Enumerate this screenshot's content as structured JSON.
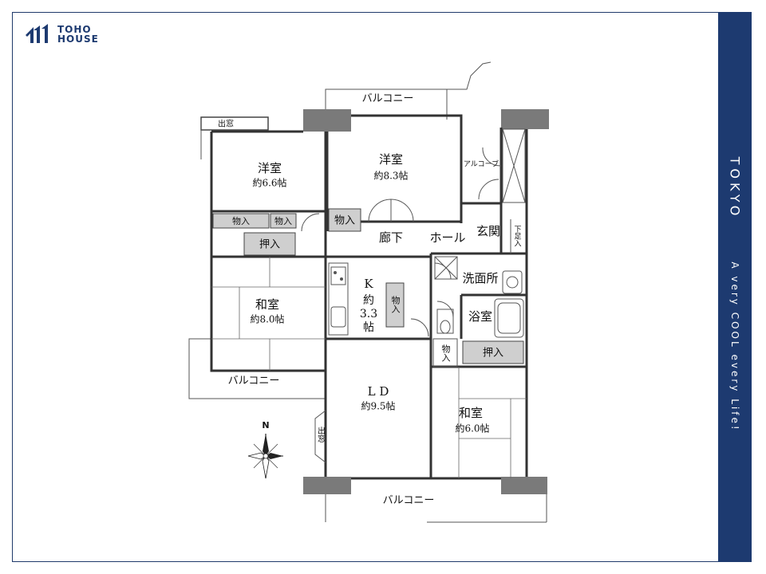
{
  "logo": {
    "line1": "TOHO",
    "line2": "HOUSE",
    "icon": "toho-house-logo-icon",
    "color": "#1d3a70"
  },
  "side_panel": {
    "title": "TOKYO",
    "tagline": "A very COOL every Life!",
    "background": "#1d3a70"
  },
  "floor_plan": {
    "balcony_top": "バルコニー",
    "balcony_left": "バルコニー",
    "balcony_bottom": "バルコニー",
    "bay_window_top": "出窓",
    "bay_window_ld": "出窓",
    "western_room_1": {
      "name": "洋室",
      "size": "約6.6帖"
    },
    "western_room_2": {
      "name": "洋室",
      "size": "約8.3帖"
    },
    "japanese_room_1": {
      "name": "和室",
      "size": "約8.0帖"
    },
    "japanese_room_2": {
      "name": "和室",
      "size": "約6.0帖"
    },
    "kitchen": {
      "name": "K",
      "size_line1": "約",
      "size_line2": "3.3",
      "size_line3": "帖"
    },
    "ld": {
      "name": "L D",
      "size": "約9.5帖"
    },
    "alcove": "アルコーブ",
    "entrance": "玄関",
    "shoe_cabinet": "下足入",
    "corridor": "廊下",
    "hall": "ホール",
    "washroom": "洗面所",
    "bathroom": "浴室",
    "storage_1": "物入",
    "storage_2": "物入",
    "storage_3": "物入",
    "storage_kitchen": "物入",
    "storage_bath": "物入",
    "closet_1": "押入",
    "closet_2": "押入",
    "north_label": "N",
    "compass_icon": "compass-rose-icon"
  }
}
